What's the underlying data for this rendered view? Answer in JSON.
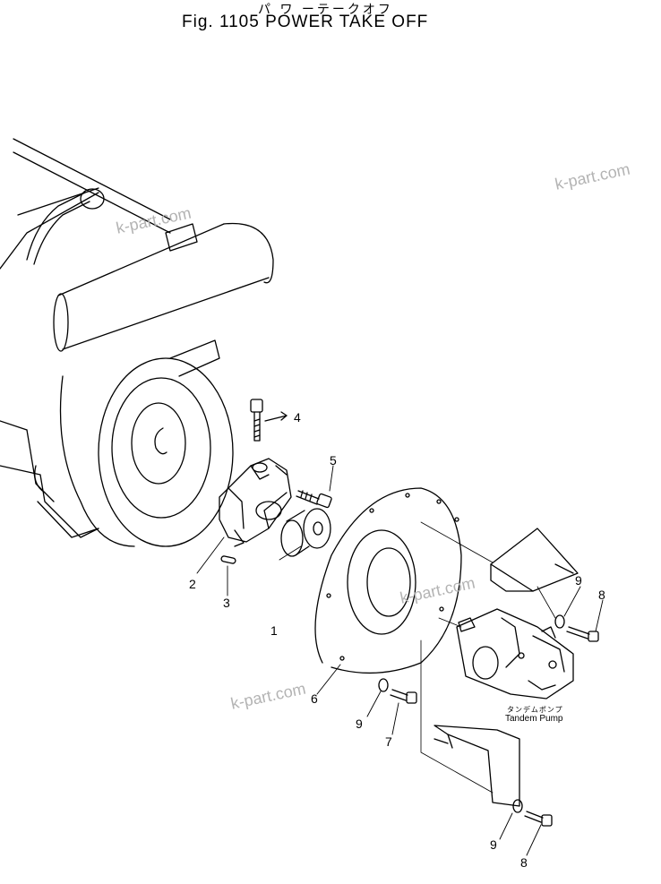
{
  "header": {
    "title_jp": "パ ワ ーテークオフ",
    "title_en": "Fig. 1105 POWER TAKE OFF"
  },
  "watermarks": [
    "k-part.com",
    "k-part.com",
    "k-part.com",
    "k-part.com"
  ],
  "callouts": {
    "c1": "1",
    "c2": "2",
    "c3": "3",
    "c4": "4",
    "c5": "5",
    "c6": "6",
    "c7": "7",
    "c8a": "8",
    "c8b": "8",
    "c9a": "9",
    "c9b": "9",
    "c9c": "9"
  },
  "pump_label": {
    "jp": "タンデムポンプ",
    "en": "Tandem Pump"
  }
}
